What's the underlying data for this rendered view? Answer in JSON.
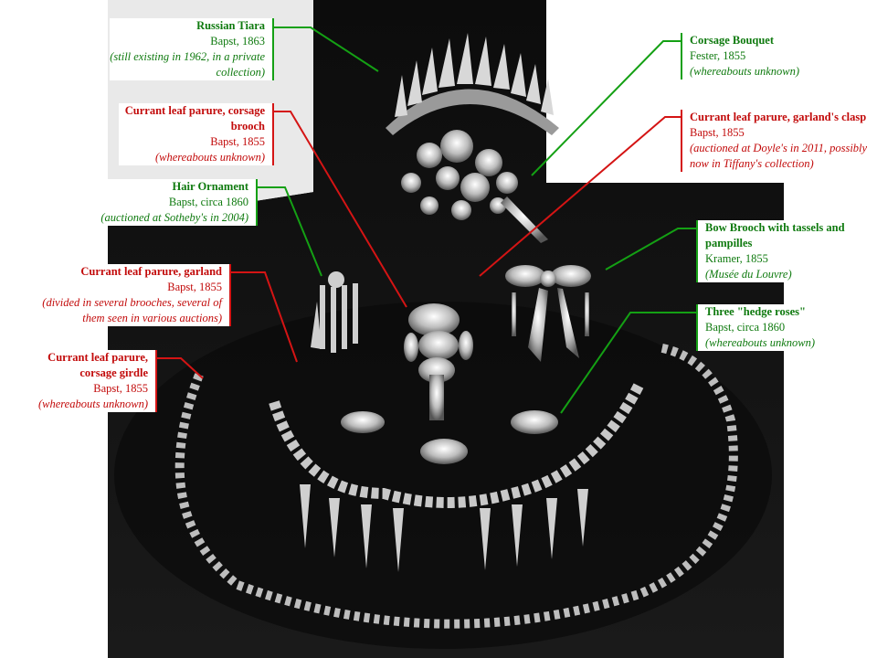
{
  "labels": [
    {
      "key": "russian_tiara",
      "title": "Russian Tiara",
      "maker": "Bapst, 1863",
      "note": "(still existing in 1962, in a private collection)",
      "color": "#0f7a0f"
    },
    {
      "key": "corsage_brooch",
      "title": "Currant leaf parure, corsage brooch",
      "maker": "Bapst, 1855",
      "note": "(whereabouts unknown)",
      "color": "#c20a0a"
    },
    {
      "key": "hair_ornament",
      "title": "Hair Ornament",
      "maker": "Bapst, circa 1860",
      "note": "(auctioned at Sotheby's in 2004)",
      "color": "#0f7a0f"
    },
    {
      "key": "garland",
      "title": "Currant leaf parure, garland",
      "maker": "Bapst, 1855",
      "note": "(divided in several brooches, several of them seen in various auctions)",
      "color": "#c20a0a"
    },
    {
      "key": "corsage_girdle",
      "title": "Currant leaf parure, corsage girdle",
      "maker": "Bapst, 1855",
      "note": "(whereabouts unknown)",
      "color": "#c20a0a"
    },
    {
      "key": "corsage_bouquet",
      "title": "Corsage Bouquet",
      "maker": "Fester, 1855",
      "note": "(whereabouts unknown)",
      "color": "#0f7a0f"
    },
    {
      "key": "garlands_clasp",
      "title": "Currant leaf parure, garland's clasp",
      "maker": "Bapst, 1855",
      "note": "(auctioned at Doyle's in 2011, possibly now in Tiffany's collection)",
      "color": "#c20a0a"
    },
    {
      "key": "bow_brooch",
      "title": "Bow Brooch with tassels and pampilles",
      "maker": "Kramer, 1855",
      "note": "(Musée du Louvre)",
      "color": "#0f7a0f"
    },
    {
      "key": "hedge_roses",
      "title": "Three \"hedge roses\"",
      "maker": "Bapst, circa 1860",
      "note": "(whereabouts unknown)",
      "color": "#0f7a0f"
    }
  ],
  "colors": {
    "annotation_red": "#d41414",
    "annotation_green": "#14a014",
    "photo_background": "#050505"
  }
}
